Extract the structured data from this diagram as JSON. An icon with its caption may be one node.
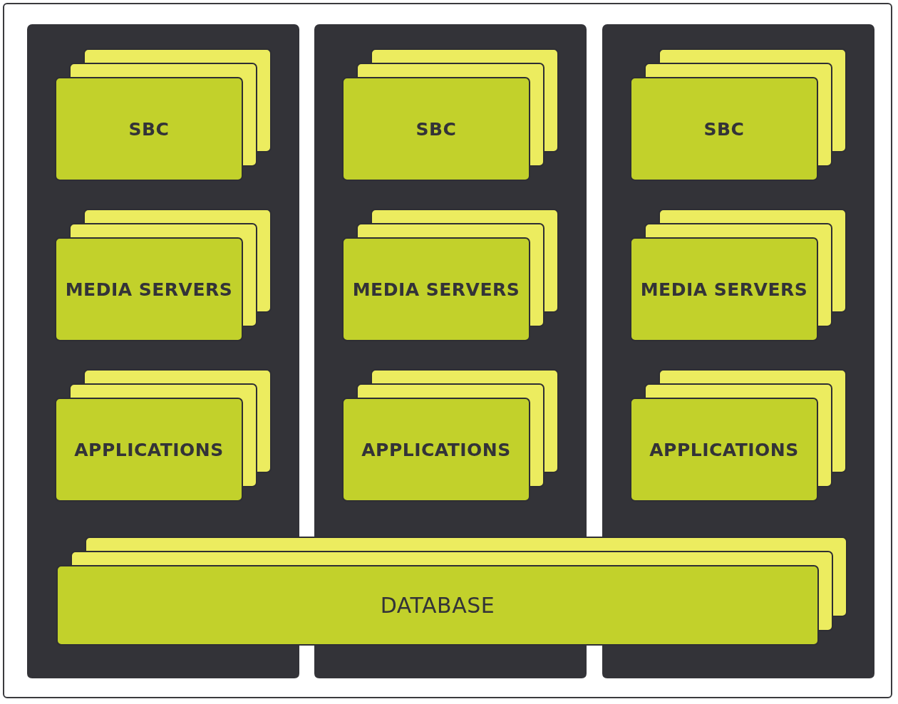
{
  "diagram": {
    "nodes": [
      {
        "text": [],
        "shape": "box"
      },
      {
        "text": [
          "SBC"
        ],
        "in": 0
      },
      {
        "text": [
          "MEDIA SERVERS"
        ],
        "in": 0
      },
      {
        "text": [
          "APPLICATIONS"
        ],
        "in": 0
      },
      {
        "text": [],
        "shape": "box"
      },
      {
        "text": [
          "SBC"
        ],
        "in": 4
      },
      {
        "text": [
          "MEDIA SERVERS"
        ],
        "in": 4
      },
      {
        "text": [
          "APPLICATIONS"
        ],
        "in": 4
      },
      {
        "text": [],
        "shape": "box"
      },
      {
        "text": [
          "SBC"
        ],
        "in": 8
      },
      {
        "text": [
          "MEDIA SERVERS"
        ],
        "in": 8
      },
      {
        "text": [
          "APPLICATIONS"
        ],
        "in": 8
      },
      {
        "text": [
          "DATABASE"
        ]
      }
    ],
    "edges": []
  }
}
